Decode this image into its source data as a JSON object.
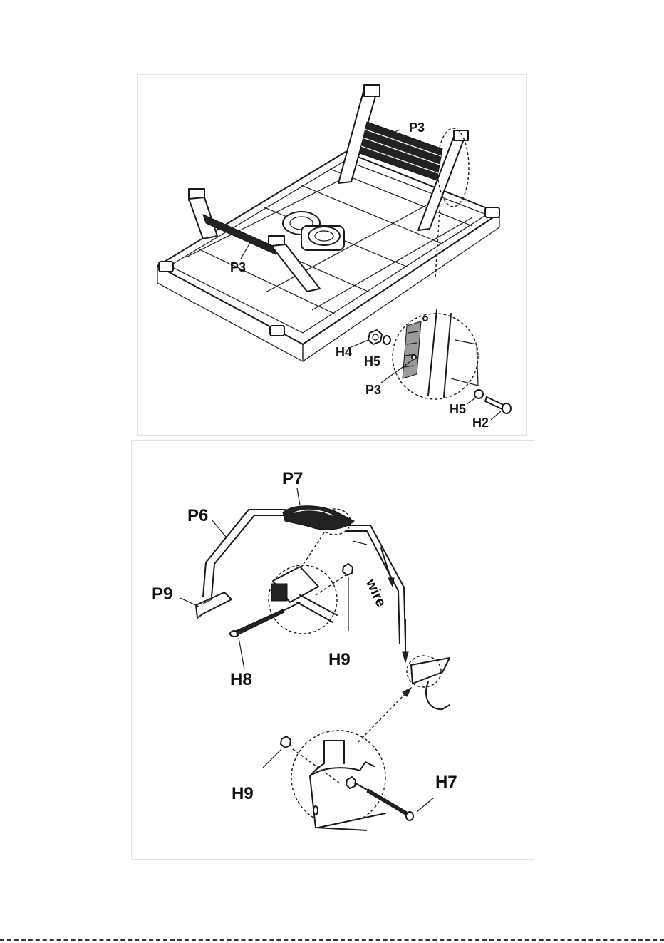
{
  "panels": {
    "top": {
      "labels": {
        "p3_upper": "P3",
        "p3_lower": "P3",
        "h4": "H4",
        "h5_left": "H5",
        "p3_detail": "P3",
        "h5_right": "H5",
        "h2": "H2"
      }
    },
    "bottom": {
      "labels": {
        "p7": "P7",
        "p6": "P6",
        "p9": "P9",
        "wire": "wire",
        "h9_upper": "H9",
        "h8": "H8",
        "h9_lower": "H9",
        "h7": "H7"
      }
    }
  },
  "colors": {
    "line": "#1a1a1a",
    "frame": "#e2e2e2",
    "background": "#ffffff"
  }
}
